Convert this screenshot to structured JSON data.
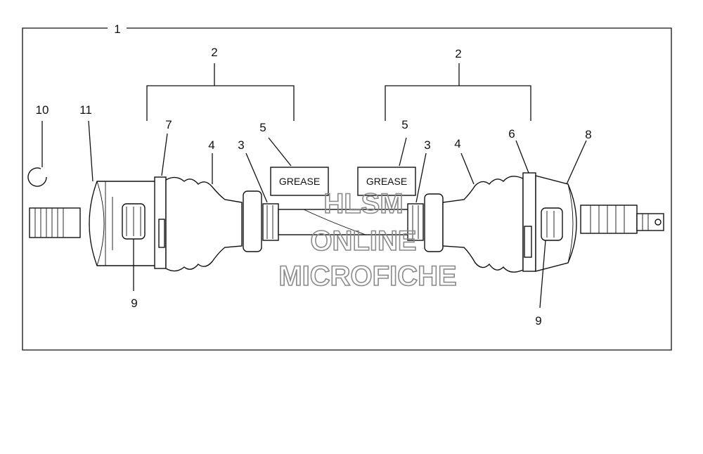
{
  "callouts": {
    "c1": "1",
    "c2_left": "2",
    "c2_right": "2",
    "c3_left": "3",
    "c3_right": "3",
    "c4_left": "4",
    "c4_right": "4",
    "c5_left": "5",
    "c5_right": "5",
    "c6": "6",
    "c7": "7",
    "c8": "8",
    "c9_left": "9",
    "c9_right": "9",
    "c10": "10",
    "c11": "11"
  },
  "grease_labels": {
    "left": "GREASE",
    "right": "GREASE"
  },
  "watermark": {
    "line1": "HLSM",
    "line2": "ONLINE",
    "line3": "MICROFICHE"
  },
  "colors": {
    "line": "#111111",
    "watermark": "#8a8a8a",
    "background": "#ffffff"
  }
}
